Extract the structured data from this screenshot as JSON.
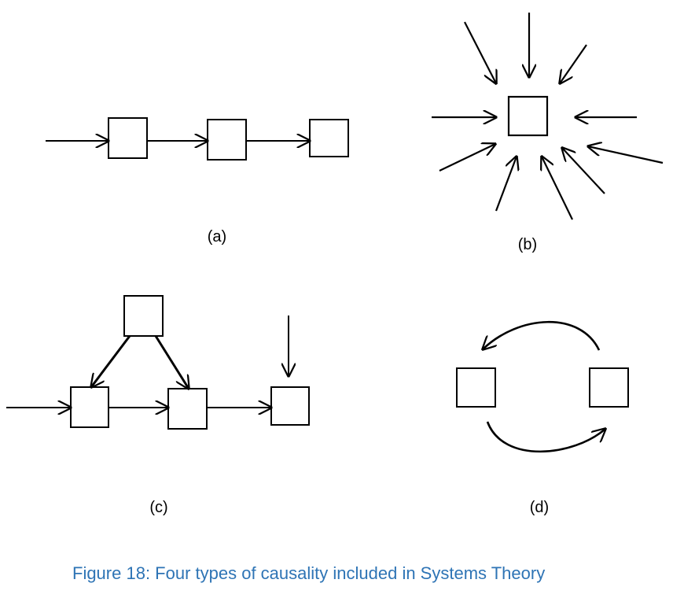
{
  "diagram": {
    "panels": [
      {
        "id": "a",
        "label": "(a)"
      },
      {
        "id": "b",
        "label": "(b)"
      },
      {
        "id": "c",
        "label": "(c)"
      },
      {
        "id": "d",
        "label": "(d)"
      }
    ],
    "caption": "Figure 18: Four types of causality included in Systems Theory",
    "colors": {
      "stroke": "#000000",
      "caption": "#2e74b5"
    }
  }
}
